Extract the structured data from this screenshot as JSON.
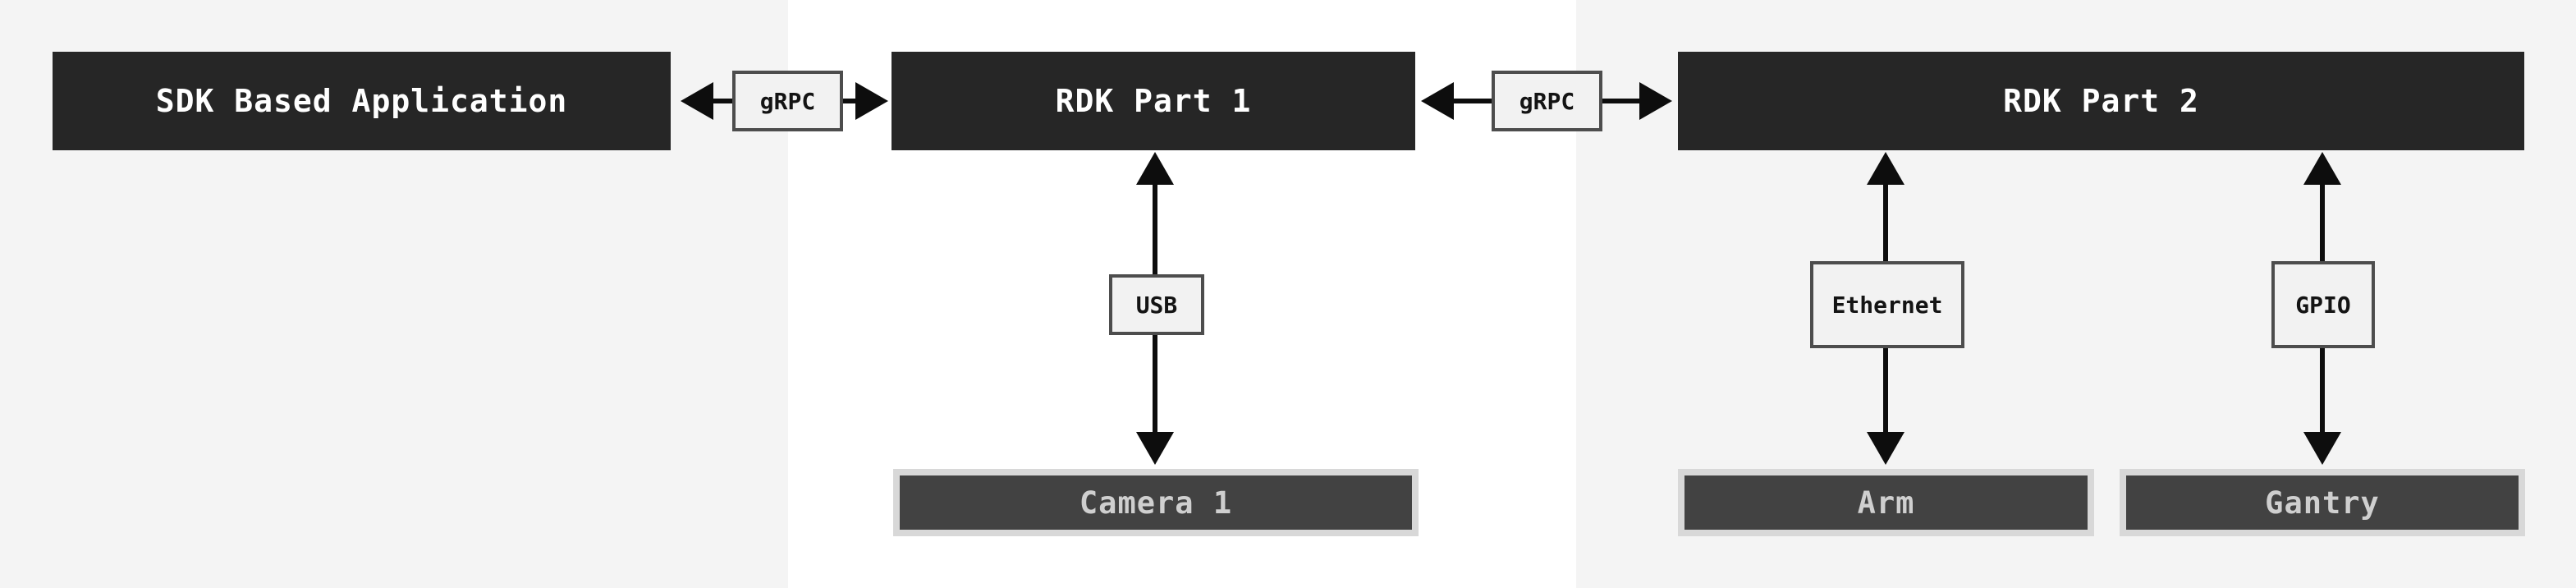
{
  "diagram": {
    "title": "RDK architecture diagram",
    "nodes": {
      "sdk_app": {
        "label": "SDK Based Application"
      },
      "rdk_part1": {
        "label": "RDK Part 1"
      },
      "rdk_part2": {
        "label": "RDK Part 2"
      },
      "camera1": {
        "label": "Camera 1"
      },
      "arm": {
        "label": "Arm"
      },
      "gantry": {
        "label": "Gantry"
      }
    },
    "connectors": {
      "grpc1": {
        "label": "gRPC"
      },
      "grpc2": {
        "label": "gRPC"
      },
      "usb": {
        "label": "USB"
      },
      "ethernet": {
        "label": "Ethernet"
      },
      "gpio": {
        "label": "GPIO"
      }
    },
    "edges": [
      {
        "from": "sdk_app",
        "to": "rdk_part1",
        "via": "gRPC",
        "direction": "bidirectional"
      },
      {
        "from": "rdk_part1",
        "to": "rdk_part2",
        "via": "gRPC",
        "direction": "bidirectional"
      },
      {
        "from": "rdk_part1",
        "to": "camera1",
        "via": "USB",
        "direction": "bidirectional"
      },
      {
        "from": "rdk_part2",
        "to": "arm",
        "via": "Ethernet",
        "direction": "bidirectional"
      },
      {
        "from": "rdk_part2",
        "to": "gantry",
        "via": "GPIO",
        "direction": "bidirectional"
      }
    ],
    "colors": {
      "dark_node_bg": "#262626",
      "dark_node_text": "#ffffff",
      "device_node_bg": "#424242",
      "device_node_border": "#d8d8d8",
      "device_node_text": "#cfcfcf",
      "label_box_bg": "#f2f2f2",
      "label_box_border": "#4d4d4d",
      "label_box_text": "#141414",
      "arrow": "#0d0d0d",
      "band_gray": "#f4f4f4",
      "band_white": "#ffffff"
    }
  }
}
